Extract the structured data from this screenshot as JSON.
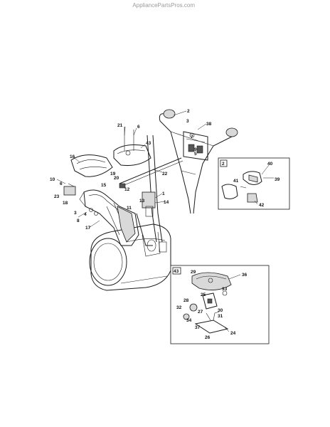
{
  "watermark": "AppliancePartsPros.com",
  "callouts": {
    "c1": "1",
    "c2": "2",
    "c3": "3",
    "c4": "4",
    "c5": "5",
    "c6": "6",
    "c7": "7",
    "c8": "8",
    "c9": "9",
    "c10": "10",
    "c11": "11",
    "c12": "12",
    "c13": "13",
    "c14": "14",
    "c15": "15",
    "c16": "16",
    "c17": "17",
    "c18": "18",
    "c19": "19",
    "c20": "20",
    "c21": "21",
    "c22": "22",
    "c23": "23",
    "c24": "24",
    "c25": "25",
    "c26": "26",
    "c27": "27",
    "c28": "28",
    "c29": "29",
    "c30": "30",
    "c31": "31",
    "c32": "32",
    "c33": "33",
    "c34": "34",
    "c36": "36",
    "c37": "37",
    "c38": "38",
    "c39": "39",
    "c40": "40",
    "c41": "41",
    "c42": "42",
    "c43": "43"
  },
  "insets": {
    "inset_2_label": "2",
    "inset_43_label": "43"
  }
}
